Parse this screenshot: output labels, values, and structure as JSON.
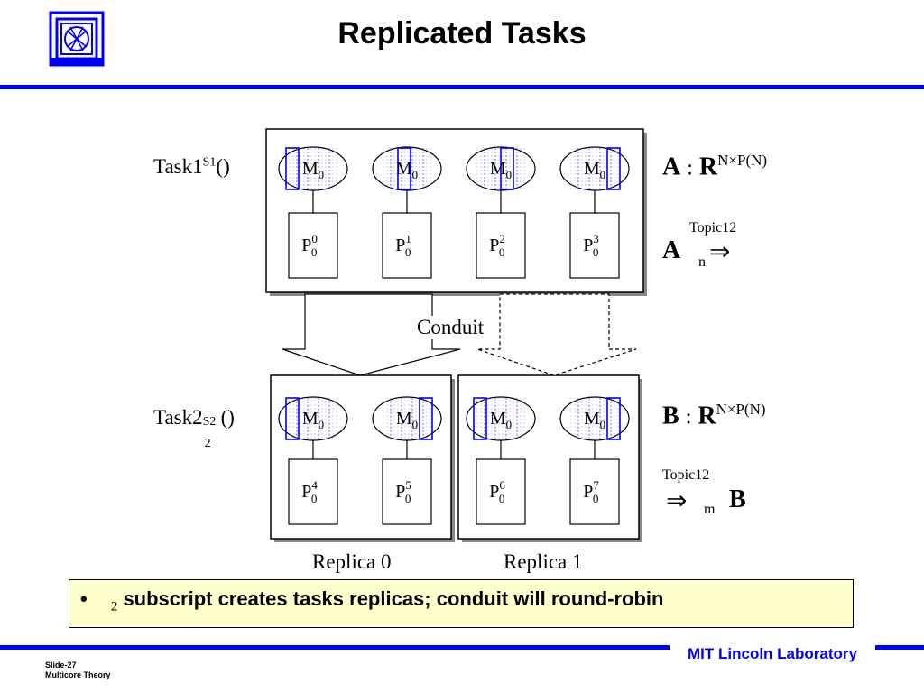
{
  "title": "Replicated Tasks",
  "task1": {
    "name": "Task1",
    "sup": "S1",
    "suffix": "()"
  },
  "task2": {
    "name": "Task2",
    "sup": "S2",
    "sub": "2",
    "suffix": "()"
  },
  "memory_label": {
    "main": "M",
    "sub": "0"
  },
  "processor_label": {
    "main": "P",
    "sub": "0"
  },
  "task1_processors": [
    "0",
    "1",
    "2",
    "3"
  ],
  "task2_processors": [
    "4",
    "5",
    "6",
    "7"
  ],
  "conduit_label": "Conduit",
  "replicas": [
    "Replica 0",
    "Replica 1"
  ],
  "mapA": {
    "lhs": "A",
    "colon": ":",
    "space": "R",
    "sup": "N×P(N)"
  },
  "mapB": {
    "lhs": "B",
    "colon": ":",
    "space": "R",
    "sup": "N×P(N)"
  },
  "topicA": {
    "topic": "Topic12",
    "var": "A",
    "sub": "n",
    "arrow": "⇒"
  },
  "topicB": {
    "topic": "Topic12",
    "var": "B",
    "sub": "m",
    "arrow": "⇒"
  },
  "note": {
    "bullet": "•",
    "sub": "2",
    "text": " subscript creates tasks replicas; conduit will round-robin"
  },
  "footer": {
    "lab": "MIT Lincoln Laboratory",
    "slide": "Slide-27",
    "course": "Multicore Theory"
  },
  "colors": {
    "accent": "#0000ff",
    "note_bg": "#ffffcc"
  }
}
